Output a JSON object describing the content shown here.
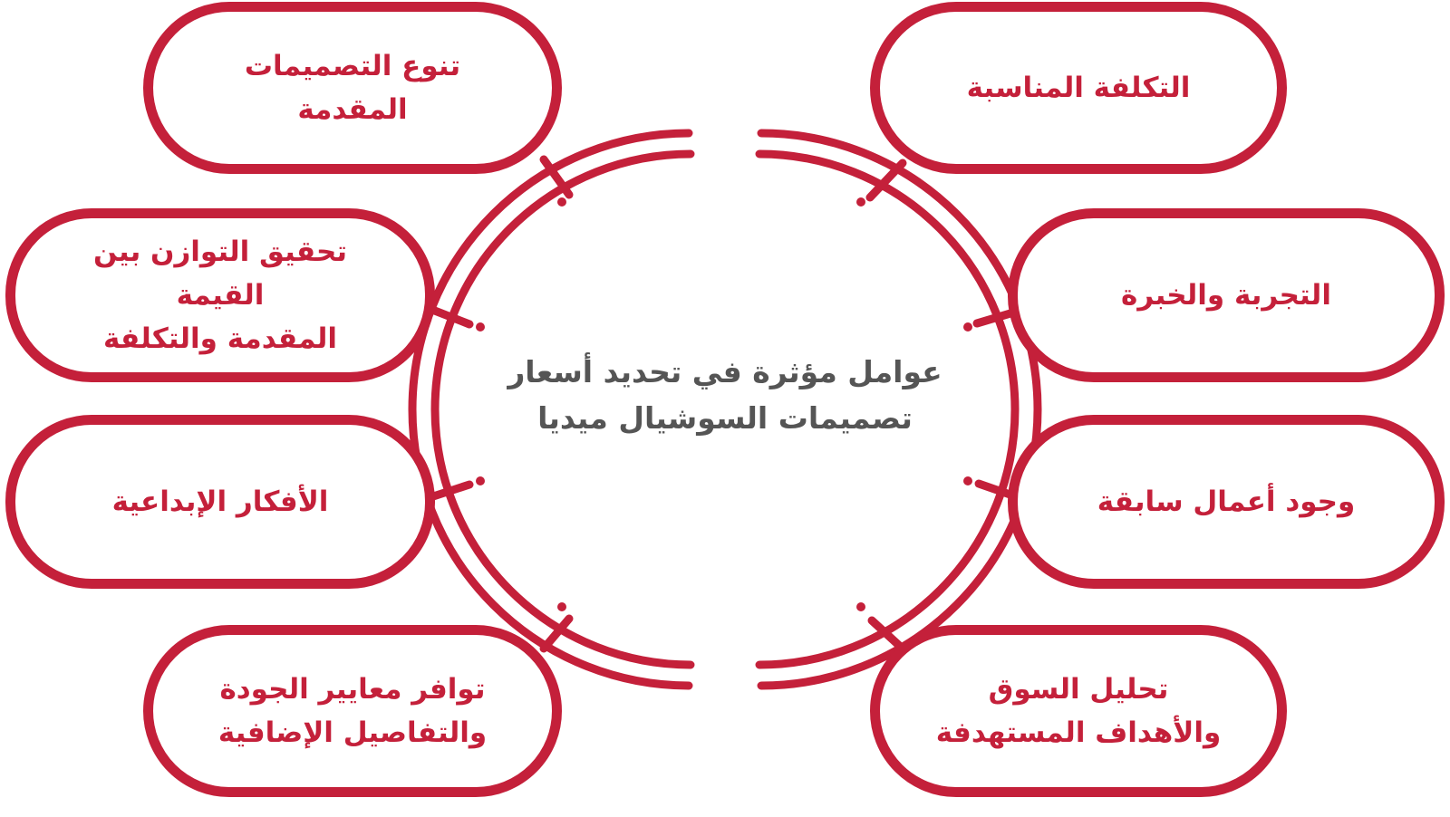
{
  "colors": {
    "accent": "#c4203a",
    "center_text": "#555555",
    "background": "#ffffff"
  },
  "center": {
    "line1": "عوامل مؤثرة في تحديد أسعار",
    "line2": "تصميمات السوشيال ميديا"
  },
  "factors": {
    "right": [
      {
        "line1": "التكلفة المناسبة",
        "line2": ""
      },
      {
        "line1": "التجربة والخبرة",
        "line2": ""
      },
      {
        "line1": "وجود أعمال سابقة",
        "line2": ""
      },
      {
        "line1": "تحليل السوق",
        "line2": "والأهداف المستهدفة"
      }
    ],
    "left": [
      {
        "line1": "تنوع التصميمات",
        "line2": "المقدمة"
      },
      {
        "line1": "تحقيق التوازن بين القيمة",
        "line2": "المقدمة والتكلفة"
      },
      {
        "line1": "الأفكار الإبداعية",
        "line2": ""
      },
      {
        "line1": "توافر معايير الجودة",
        "line2": "والتفاصيل الإضافية"
      }
    ]
  }
}
